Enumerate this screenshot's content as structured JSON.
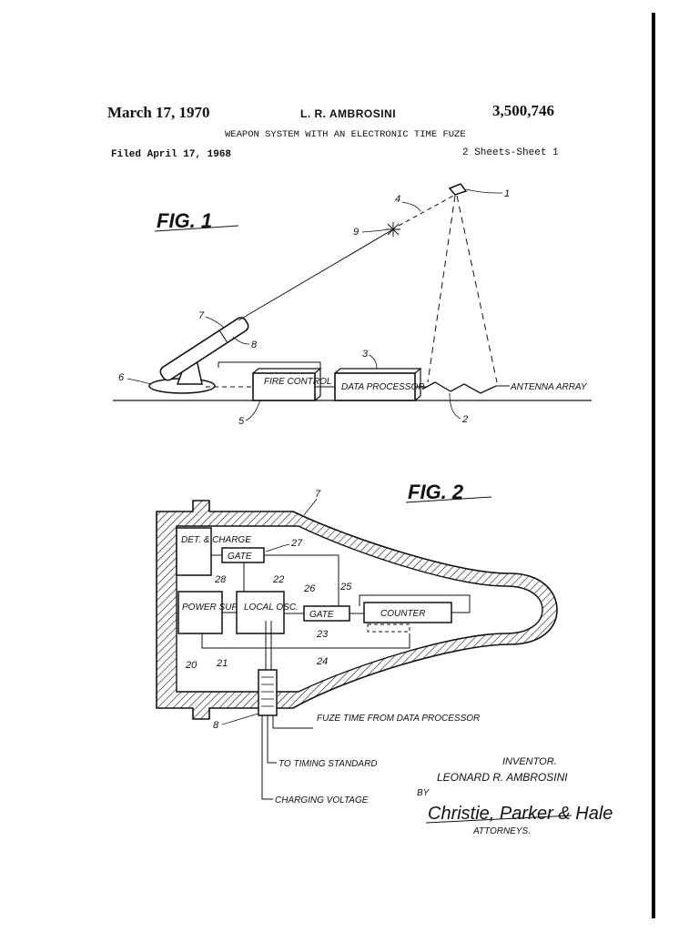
{
  "header": {
    "date": "March 17, 1970",
    "inventor": "L. R. AMBROSINI",
    "patent_number": "3,500,746",
    "title": "WEAPON SYSTEM WITH AN ELECTRONIC TIME FUZE",
    "filed": "Filed April 17, 1968",
    "sheets": "2 Sheets-Sheet 1"
  },
  "fig1": {
    "label": "FIG. 1",
    "blocks": {
      "fire_control": "FIRE CONTROL",
      "data_processor": "DATA PROCESSOR"
    },
    "antenna_label": "ANTENNA ARRAY",
    "refs": {
      "r1": "1",
      "r2": "2",
      "r3": "3",
      "r4": "4",
      "r5": "5",
      "r6": "6",
      "r7": "7",
      "r8": "8",
      "r9": "9"
    }
  },
  "fig2": {
    "label": "FIG. 2",
    "blocks": {
      "det_charge": "DET. & CHARGE",
      "gate_top": "GATE",
      "power_supply": "POWER SUPPLY",
      "local_osc": "LOCAL OSC.",
      "gate_mid": "GATE",
      "counter": "COUNTER"
    },
    "refs": {
      "r7": "7",
      "r8": "8",
      "r20": "20",
      "r21": "21",
      "r22": "22",
      "r23": "23",
      "r24": "24",
      "r25": "25",
      "r26": "26",
      "r27": "27",
      "r28": "28"
    },
    "leads": {
      "fuze_time": "FUZE TIME FROM DATA PROCESSOR",
      "timing_standard": "TO TIMING STANDARD",
      "charging_voltage": "CHARGING VOLTAGE"
    }
  },
  "signature": {
    "inventor_heading": "INVENTOR.",
    "inventor_name": "LEONARD R. AMBROSINI",
    "by": "BY",
    "firm": "Christie, Parker & Hale",
    "attorneys": "ATTORNEYS."
  }
}
